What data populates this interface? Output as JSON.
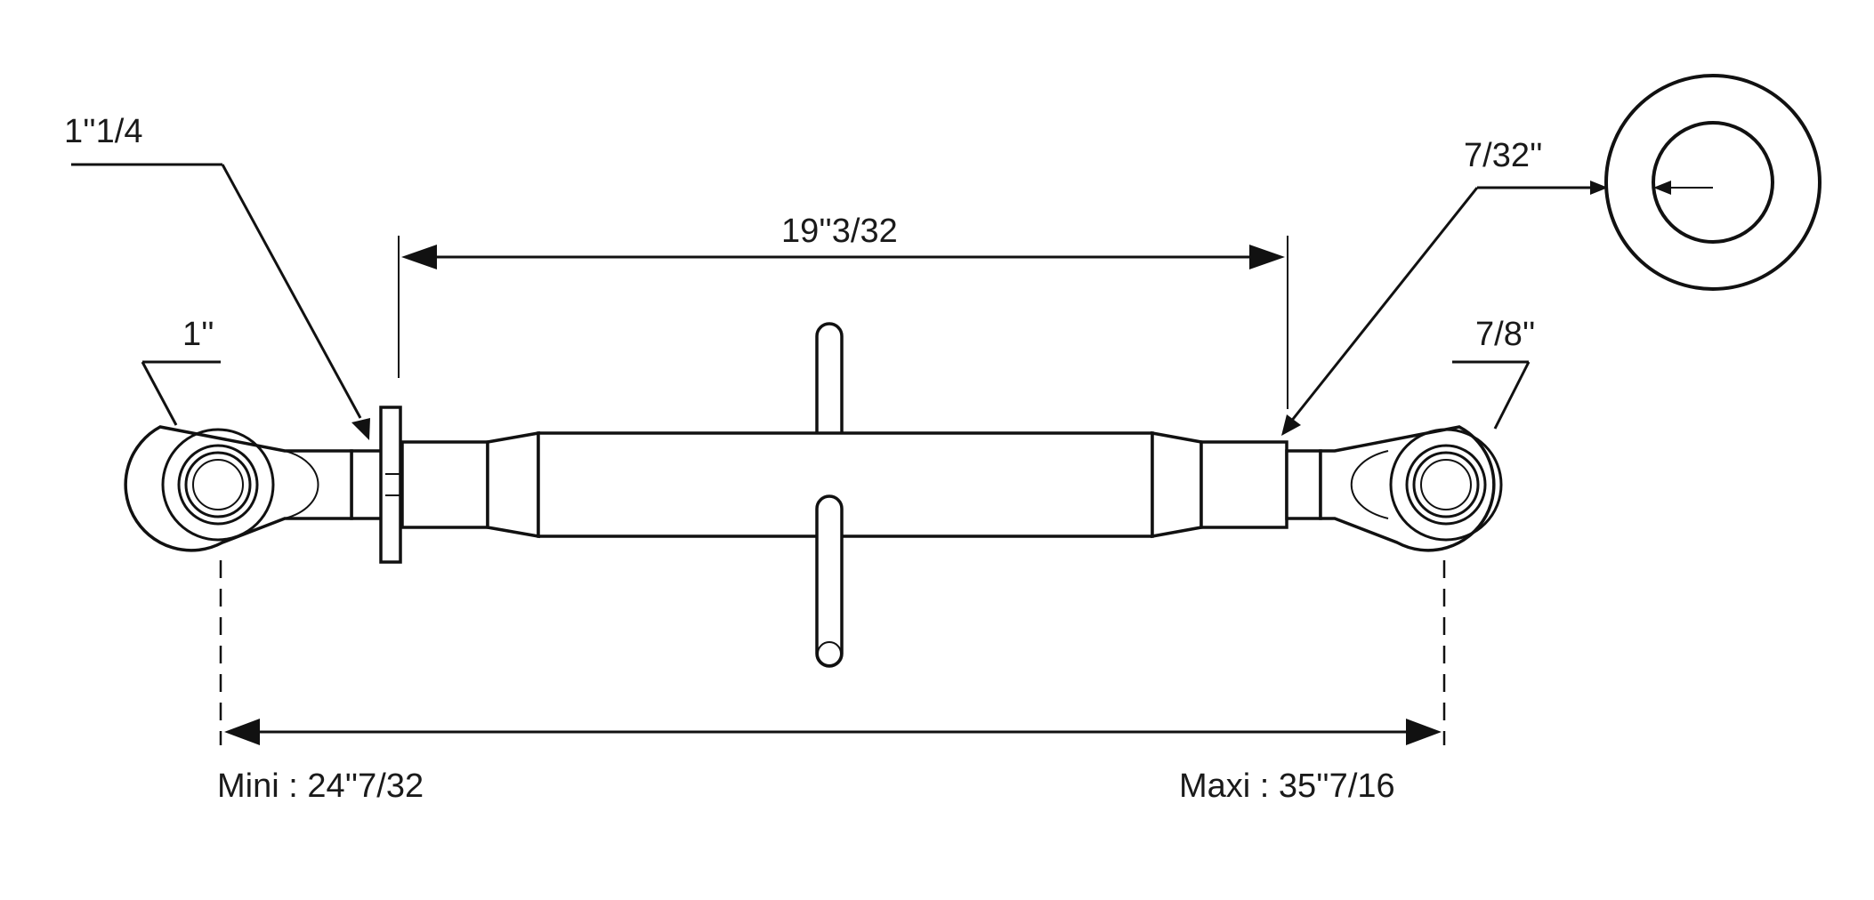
{
  "labels": {
    "pin_diameter_left": "1''1/4",
    "ball_left": "1''",
    "thread_length": "19''3/32",
    "pin_hole": "7/32''",
    "ball_right": "7/8''",
    "length_min": "Mini : 24''7/32",
    "length_max": "Maxi : 35''7/16"
  },
  "colors": {
    "line": "#111111",
    "text": "#1a1a1a",
    "background": "#ffffff"
  }
}
